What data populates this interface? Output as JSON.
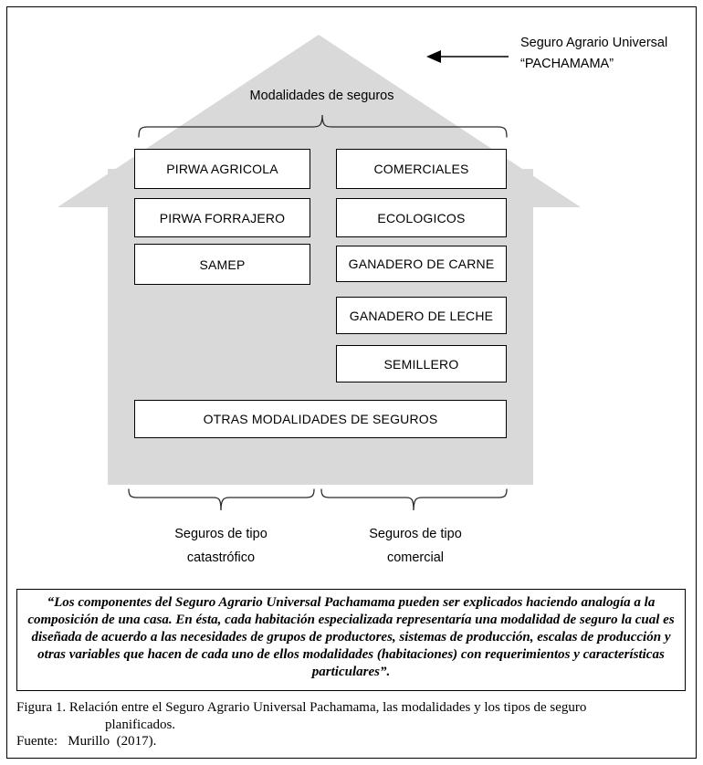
{
  "header": {
    "label_line1": "Seguro Agrario Universal",
    "label_line2": "“PACHAMAMA”"
  },
  "house": {
    "roof_label": "Modalidades de seguros",
    "left_column": [
      "PIRWA AGRICOLA",
      "PIRWA FORRAJERO",
      "SAMEP"
    ],
    "right_column": [
      "COMERCIALES",
      "ECOLOGICOS",
      "GANADERO DE CARNE",
      "GANADERO DE LECHE",
      "SEMILLERO"
    ],
    "bottom_box": "OTRAS MODALIDADES DE SEGUROS"
  },
  "braces": {
    "left_label_line1": "Seguros de tipo",
    "left_label_line2": "catastrófico",
    "right_label_line1": "Seguros de tipo",
    "right_label_line2": "comercial"
  },
  "quote": "“Los componentes del Seguro Agrario Universal Pachamama pueden ser explicados haciendo analogía a la composición de una casa. En ésta, cada habitación especializada representaría una modalidad de seguro la cual es diseñada de acuerdo a las necesidades de grupos  de productores, sistemas de producción, escalas de producción y otras variables que hacen de cada uno de ellos modalidades (habitaciones) con requerimientos y características particulares”.",
  "caption": {
    "line1": "Figura 1. Relación entre el Seguro Agrario Universal Pachamama, las modalidades y los tipos de seguro",
    "line2": "planificados.",
    "source": "Fuente:   Murillo  (2017)."
  },
  "colors": {
    "house_fill": "#d9d9d9"
  }
}
